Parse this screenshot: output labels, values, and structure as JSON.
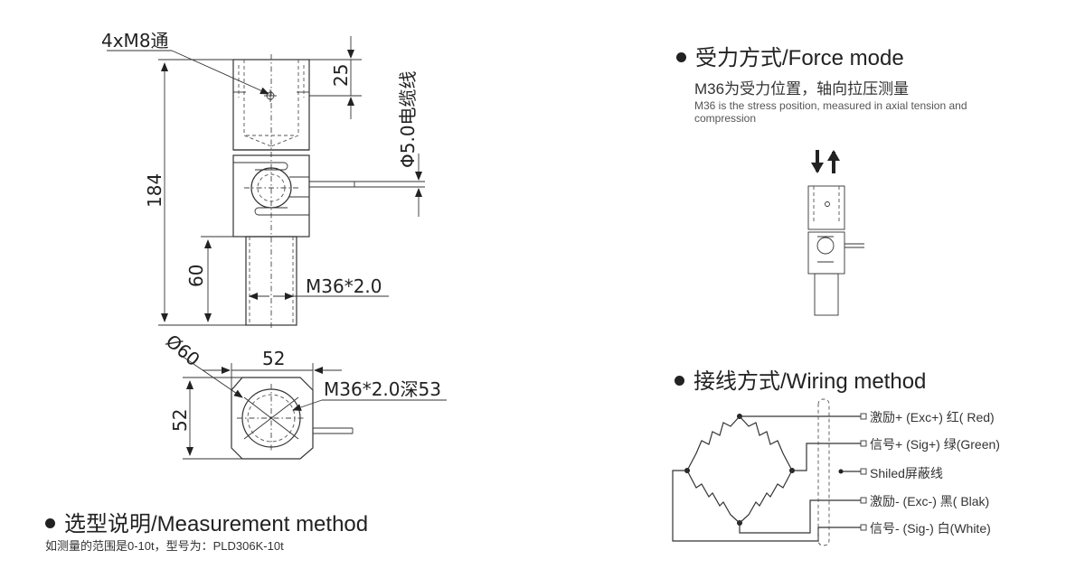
{
  "sections": {
    "force": {
      "title": "受力方式/Force mode",
      "desc_cn": "M36为受力位置，轴向拉压测量",
      "desc_en": "M36 is the stress position, measured in axial tension and compression"
    },
    "wiring": {
      "title": "接线方式/Wiring method",
      "wires": [
        {
          "label": "激励+ (Exc+)  红( Red)"
        },
        {
          "label": "信号+ (Sig+)  绿(Green)"
        },
        {
          "label": "Shiled屏蔽线"
        },
        {
          "label": "激励- (Exc-)  黑( Blak)"
        },
        {
          "label": "信号- (Sig-)  白(White)"
        }
      ]
    },
    "measure": {
      "title": "选型说明/Measurement method",
      "desc": "如测量的范围是0-10t，型号为：PLD306K-10t"
    }
  },
  "drawing": {
    "holes_note": "4xM8通",
    "dim_25": "25",
    "cable": "Φ5.0电缆线",
    "dim_184": "184",
    "dim_60": "60",
    "thread": "M36*2.0",
    "dia_60": "Ø60",
    "dim_52_top": "52",
    "thread_depth": "M36*2.0深53",
    "dim_52_side": "52"
  },
  "colors": {
    "line": "#333333",
    "text": "#222222"
  }
}
